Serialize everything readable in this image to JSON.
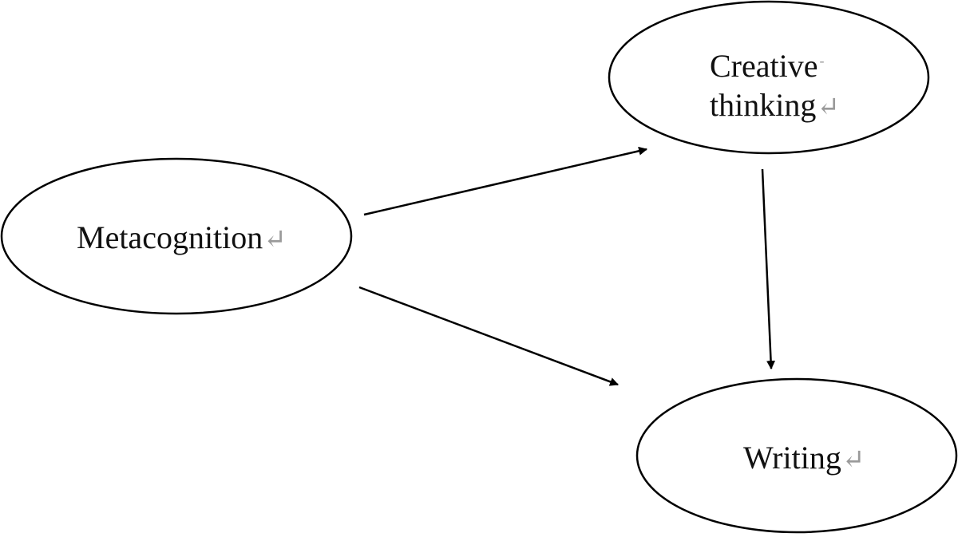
{
  "diagram": {
    "nodes": [
      {
        "id": "metacognition",
        "lines": [
          "Metacognition"
        ]
      },
      {
        "id": "creative-thinking",
        "lines": [
          "Creative",
          "thinking"
        ]
      },
      {
        "id": "writing",
        "lines": [
          "Writing"
        ]
      }
    ],
    "edges": [
      {
        "from": "metacognition",
        "to": "creative-thinking"
      },
      {
        "from": "metacognition",
        "to": "writing"
      },
      {
        "from": "creative-thinking",
        "to": "writing"
      }
    ],
    "marks": {
      "paragraph": "↵",
      "hyphen": "-"
    }
  }
}
